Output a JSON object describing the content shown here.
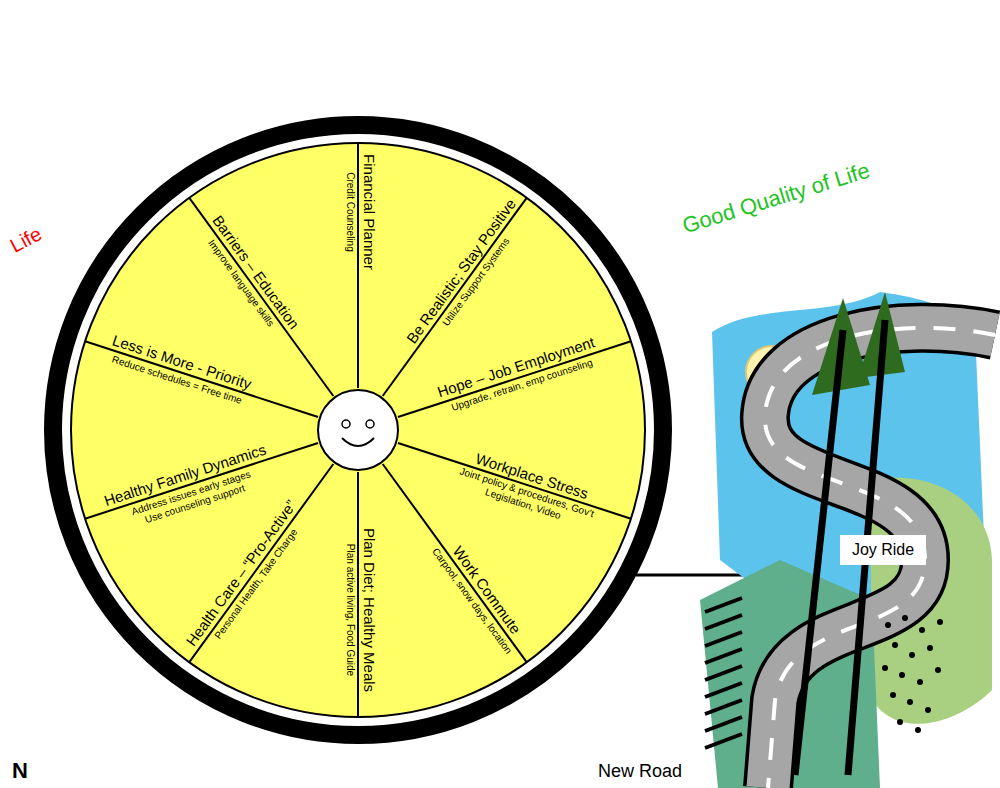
{
  "diagram": {
    "nodes": [
      {
        "text": [
          "Financial Planner",
          "Credit Counseling",
          "Be Realistic; Stay Positive",
          "Utilize Support Systems",
          "Hope – Job Employment",
          "Upgrade, retrain, emp counseling",
          "Workplace Stress",
          "Joint policy & procedures, Gov’t Legislation, Video",
          "Work Commute",
          "Carpool, snow days, location",
          "Plan Diet; Healthy Meals",
          "Plan active living, Food Guide",
          "Health Care – “Pro-Active”",
          "Personal Health, Take Charge",
          "Healthy Family Dynamics",
          "Address issues early stages",
          "Use counseling support",
          "Less is More - Priority",
          "Reduce schedules = Free time",
          "Barriers – Education",
          "Improve language skills"
        ]
      },
      {
        "text": [
          "Joy Ride"
        ]
      }
    ],
    "labels": [
      "Life",
      "Good Quality of Life",
      "N",
      "New Road"
    ]
  }
}
